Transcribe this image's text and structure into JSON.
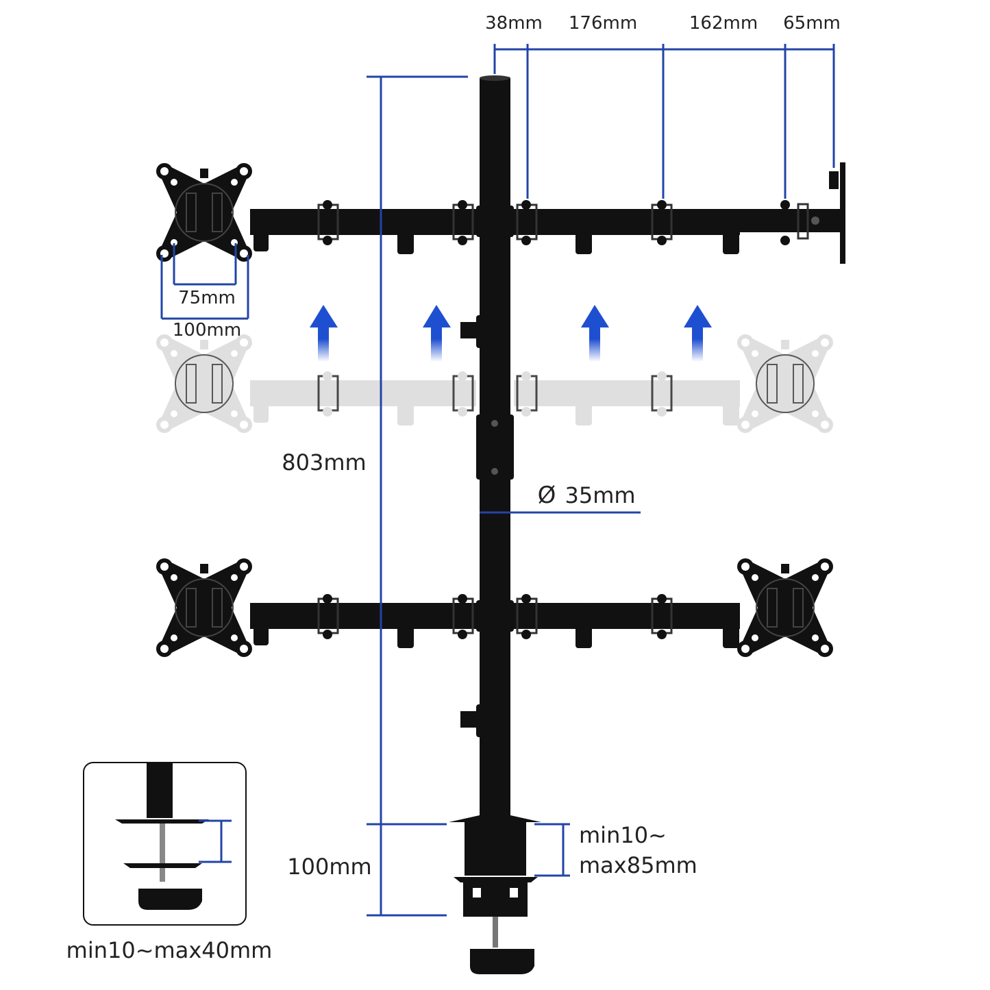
{
  "title": "Quad monitor desk mount dimensions",
  "colors": {
    "dimension": "#2244a8",
    "arrow": "#1f4fd1",
    "metal": "#111111",
    "ghost": "#d9d9d9"
  },
  "dimensions": {
    "top_spacing": [
      "38mm",
      "176mm",
      "162mm",
      "65mm"
    ],
    "pole_height": "803mm",
    "vesa_small": "75mm",
    "vesa_large": "100mm",
    "pole_diameter": "35mm",
    "pole_diameter_symbol": "Ø",
    "clamp_range_line1": "min10~",
    "clamp_range_line2": "max85mm",
    "clamp_height": "100mm",
    "grommet_range": "min10~max40mm"
  }
}
